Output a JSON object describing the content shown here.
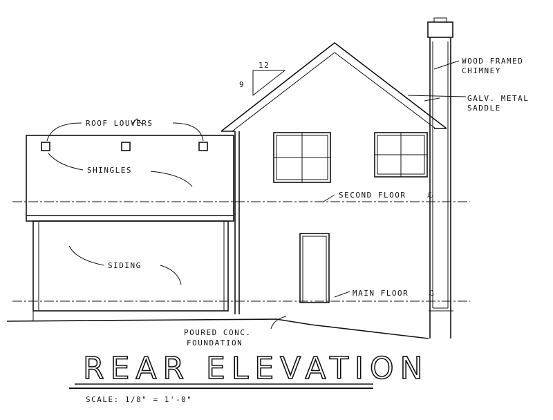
{
  "drawing": {
    "title": "REAR ELEVATION",
    "scale": "SCALE: 1/8\" = 1'-0\"",
    "labels": {
      "roof_louvers": "ROOF LOUVERS",
      "shingles": "SHINGLES",
      "siding": "SIDING",
      "second_floor": "SECOND FLOOR",
      "main_floor": "MAIN FLOOR",
      "foundation_1": "POURED CONC.",
      "foundation_2": "FOUNDATION",
      "chimney_1": "WOOD FRAMED",
      "chimney_2": "CHIMNEY",
      "saddle_1": "GALV. METAL",
      "saddle_2": "SADDLE"
    },
    "roof_pitch": {
      "run": "12",
      "rise": "9"
    }
  }
}
